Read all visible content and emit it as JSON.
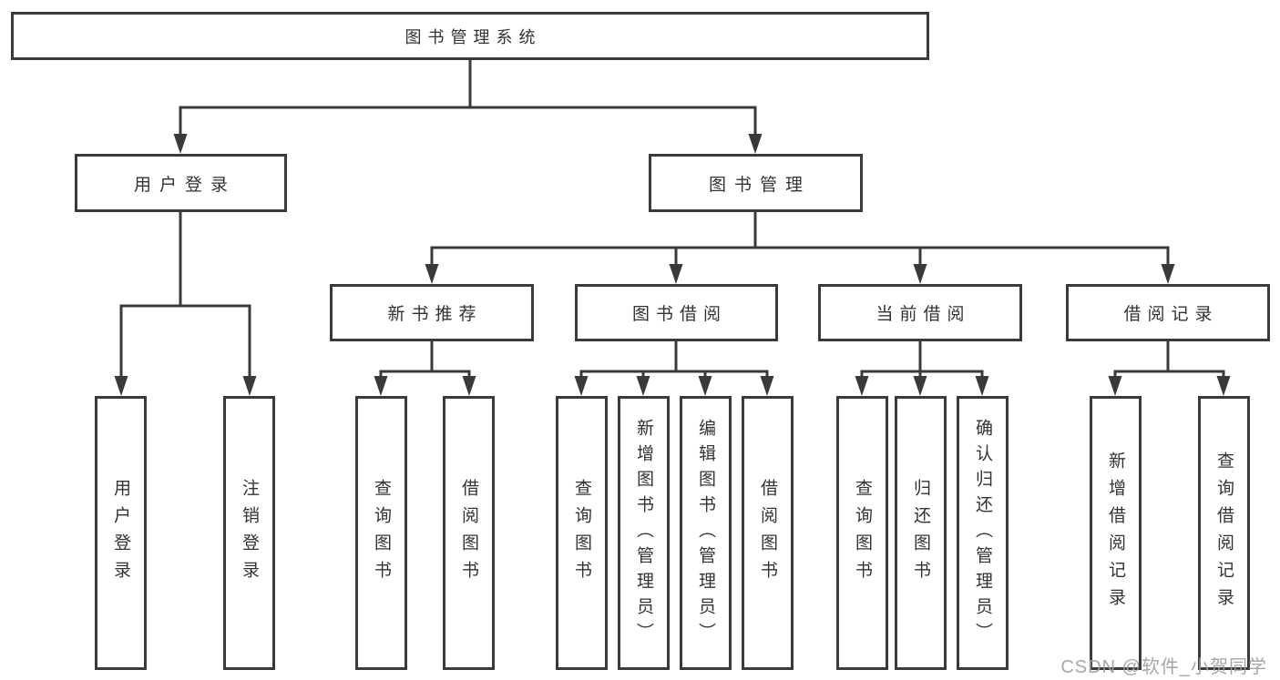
{
  "diagram": {
    "root": {
      "label": "图书管理系统"
    },
    "level2": [
      {
        "label": "用户登录"
      },
      {
        "label": "图书管理"
      }
    ],
    "level3": [
      {
        "label": "新书推荐"
      },
      {
        "label": "图书借阅"
      },
      {
        "label": "当前借阅"
      },
      {
        "label": "借阅记录"
      }
    ],
    "leaves": [
      {
        "label": "用户登录",
        "parent": "用户登录"
      },
      {
        "label": "注销登录",
        "parent": "用户登录"
      },
      {
        "label": "查询图书",
        "parent": "新书推荐"
      },
      {
        "label": "借阅图书",
        "parent": "新书推荐"
      },
      {
        "label": "查询图书",
        "parent": "图书借阅"
      },
      {
        "label": "新增图书（管理员）",
        "parent": "图书借阅"
      },
      {
        "label": "编辑图书（管理员）",
        "parent": "图书借阅"
      },
      {
        "label": "借阅图书",
        "parent": "图书借阅"
      },
      {
        "label": "查询图书",
        "parent": "当前借阅"
      },
      {
        "label": "归还图书",
        "parent": "当前借阅"
      },
      {
        "label": "确认归还（管理员）",
        "parent": "当前借阅"
      },
      {
        "label": "新增借阅记录",
        "parent": "借阅记录"
      },
      {
        "label": "查询借阅记录",
        "parent": "借阅记录"
      }
    ]
  },
  "watermark": {
    "text": "CSDN @软件_小贺同学"
  },
  "colors": {
    "line": "#3a3a3a",
    "text": "#333333",
    "box_background": "#ffffff",
    "page_background": "#ffffff",
    "watermark": "#9e9e9e"
  }
}
